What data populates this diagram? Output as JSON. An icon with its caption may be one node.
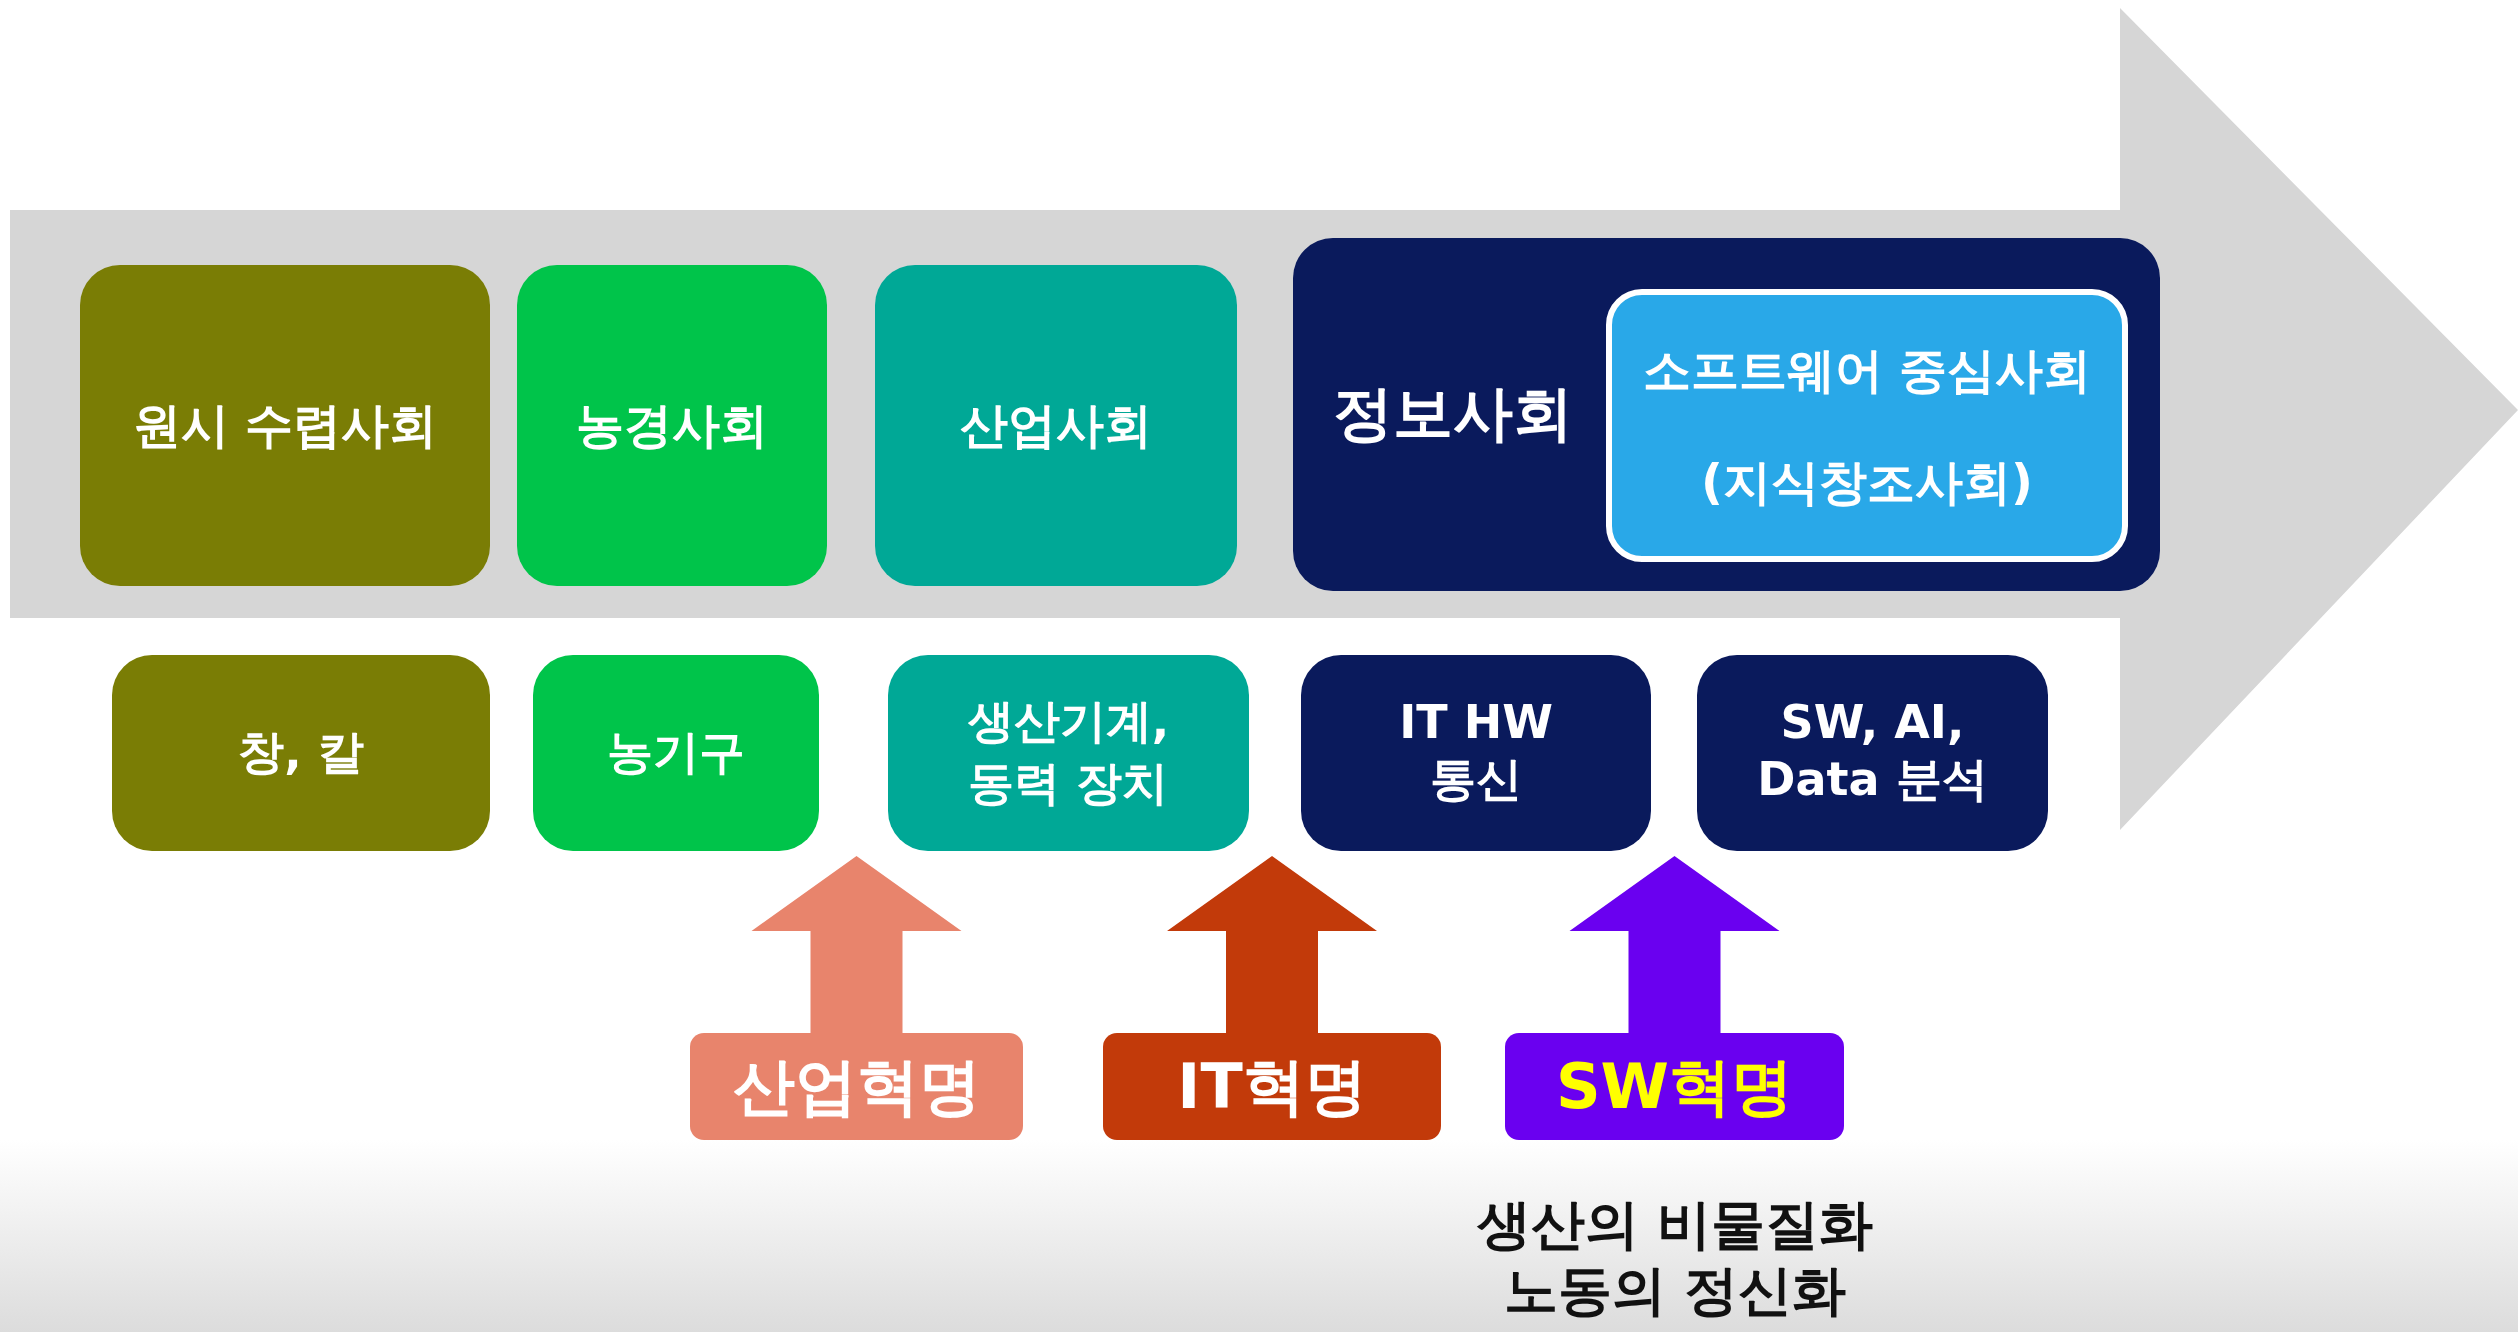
{
  "diagram": {
    "nodes": [
      {
        "text": [
          "원시 수렵사회"
        ]
      },
      {
        "text": [
          "농경사회"
        ]
      },
      {
        "text": [
          "산업사회"
        ]
      },
      {
        "text": [
          "정보사회"
        ]
      },
      {
        "text": [
          "소프트웨어 중심사회 (지식창조사회)"
        ],
        "in": 3
      },
      {
        "text": [
          "창, 칼"
        ]
      },
      {
        "text": [
          "농기구"
        ]
      },
      {
        "text": [
          "생산기계, 동력 장치"
        ]
      },
      {
        "text": [
          "IT HW 통신"
        ]
      },
      {
        "text": [
          "SW, AI, Data 분석"
        ]
      },
      {
        "text": [
          "산업혁명"
        ]
      },
      {
        "text": [
          "IT혁명"
        ]
      },
      {
        "text": [
          "SW혁명"
        ]
      }
    ],
    "edges": [
      {
        "from": 10,
        "to": null,
        "arrow": "to",
        "color": "#e8846c"
      },
      {
        "from": 11,
        "to": null,
        "arrow": "to",
        "color": "#c23a0a"
      },
      {
        "from": 12,
        "to": null,
        "arrow": "to",
        "color": "#6a00f0"
      }
    ],
    "labels": [
      "생산의 비물질화 노동의 정신화"
    ]
  }
}
